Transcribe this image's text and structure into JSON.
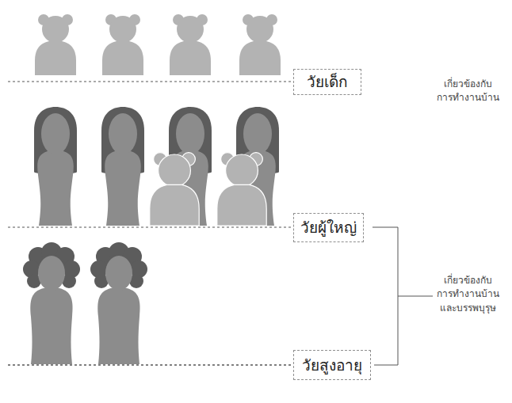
{
  "diagram": {
    "nodes": [
      {
        "text": [
          "วัยเด็ก"
        ]
      },
      {
        "text": [
          "วัยผู้ใหญ่"
        ]
      },
      {
        "text": [
          "วัยสูงอายุ"
        ]
      }
    ],
    "labels": [
      "เกี่ยวข้องกับ การทำงานบ้าน",
      "เกี่ยวข้องกับ การทำงานบ้าน และบรรพบุรุษ"
    ]
  }
}
